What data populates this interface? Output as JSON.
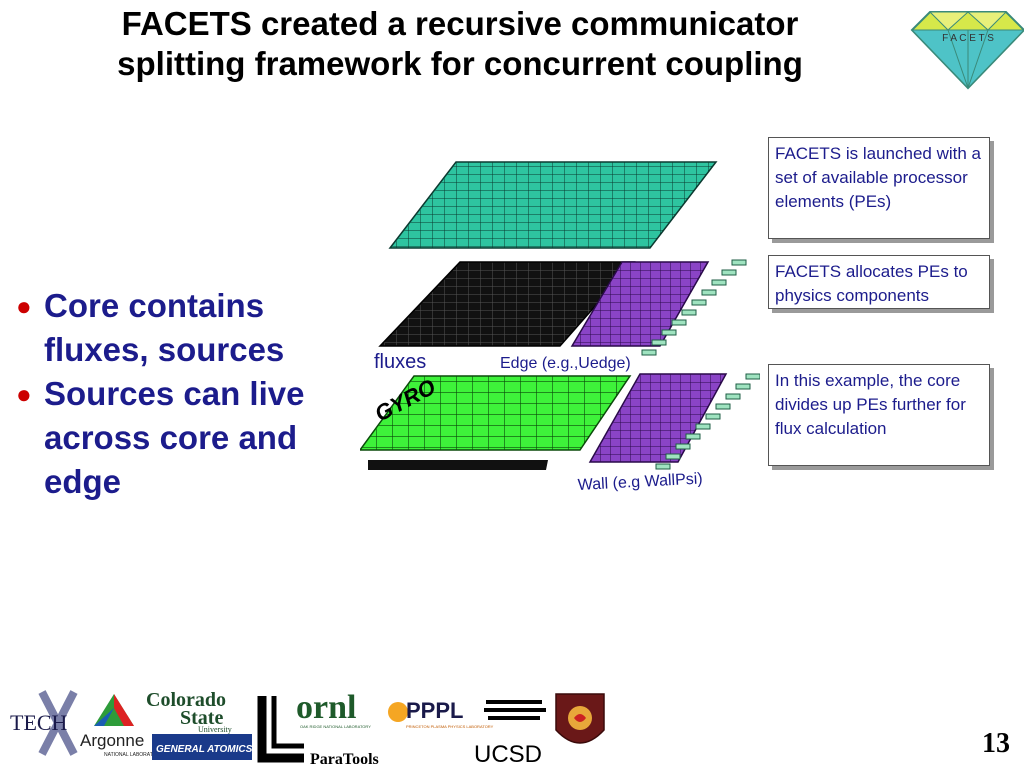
{
  "slide": {
    "title_line1": "FACETS created a recursive communicator",
    "title_line2": "splitting framework for concurrent coupling",
    "page_number": "13"
  },
  "facets_logo": {
    "letters": "F A C E T S"
  },
  "bullets": [
    {
      "text": "Core contains fluxes, sources"
    },
    {
      "text": "Sources can live across core and edge"
    }
  ],
  "diagram": {
    "label_fluxes": "fluxes",
    "label_edge": "Edge (e.g.,Uedge)",
    "label_gyro": "GYRO",
    "label_wall": "Wall (e.g WallPsi)",
    "colors": {
      "teal": "#2ec4a0",
      "black": "#111111",
      "purple": "#8a44c6",
      "green": "#3ef23a",
      "mint": "#9fe3c0"
    }
  },
  "info_boxes": [
    {
      "text": "FACETS is launched with a set of available processor elements (PEs)"
    },
    {
      "text": "FACETS allocates PEs to physics components"
    },
    {
      "text": "In this example, the core divides up PEs further for flux calculation"
    }
  ],
  "footer_logos": {
    "tech": "TECH",
    "argonne": "Argonne",
    "argonne_sub": "NATIONAL LABORATORY",
    "colorado_1": "Colorado",
    "colorado_2": "State",
    "colorado_3": "University",
    "general_atomics": "GENERAL ATOMICS",
    "ornl": "ornl",
    "ornl_sub": "OAK RIDGE NATIONAL LABORATORY",
    "pppl": "PPPL",
    "pppl_sub": "PRINCETON PLASMA PHYSICS LABORATORY",
    "paratools": "ParaTools",
    "ucsd": "UCSD"
  }
}
